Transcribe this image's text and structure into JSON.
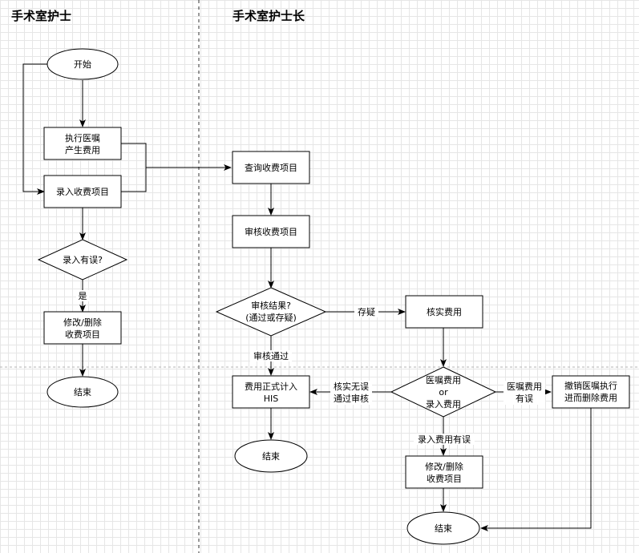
{
  "lanes": [
    {
      "id": "nurse",
      "title": "手术室护士"
    },
    {
      "id": "head_nurse",
      "title": "手术室护士长"
    }
  ],
  "nodes": {
    "start": [
      "开始"
    ],
    "exec": [
      "执行医嘱",
      "产生费用"
    ],
    "record": [
      "录入收费项目"
    ],
    "dec_error": [
      "录入有误?"
    ],
    "modify1": [
      "修改/删除",
      "收费项目"
    ],
    "end1": [
      "结束"
    ],
    "query": [
      "查询收费项目"
    ],
    "review": [
      "审核收费项目"
    ],
    "dec_result": [
      "审核结果?",
      "(通过或存疑)"
    ],
    "verify": [
      "核实费用"
    ],
    "his": [
      "费用正式计入",
      "HIS"
    ],
    "end2": [
      "结束"
    ],
    "dec_type": [
      "医嘱费用",
      "or",
      "录入费用"
    ],
    "cancel": [
      "撤销医嘱执行",
      "进而删除费用"
    ],
    "modify2": [
      "修改/删除",
      "收费项目"
    ],
    "end3": [
      "结束"
    ]
  },
  "edges": {
    "yes": "是",
    "doubt": "存疑",
    "approved": [
      "审核通过"
    ],
    "verified_ok": [
      "核实无误",
      "通过审核"
    ],
    "order_error": [
      "医嘱费用",
      "有误"
    ],
    "record_error": [
      "录入费用有误"
    ]
  }
}
